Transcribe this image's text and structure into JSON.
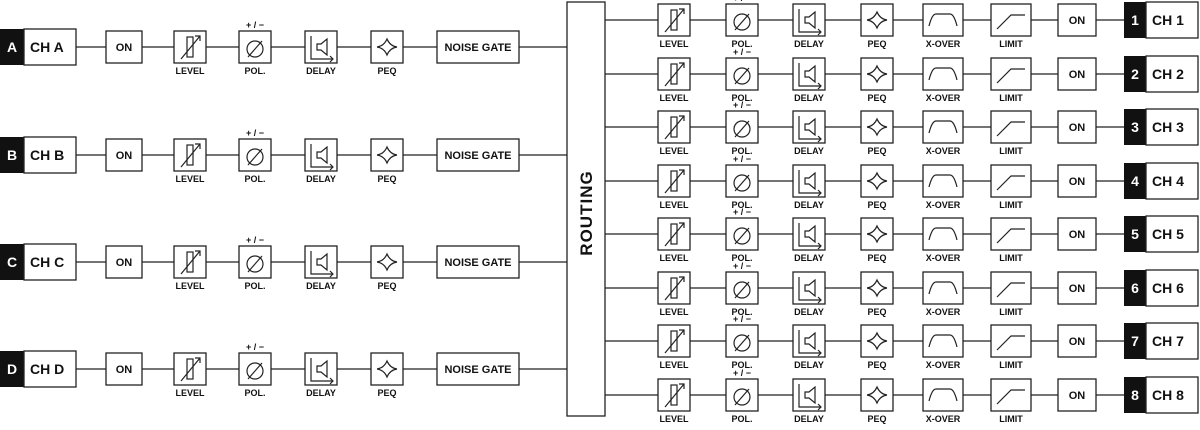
{
  "inputs": [
    {
      "letter": "A",
      "name": "CH A"
    },
    {
      "letter": "B",
      "name": "CH B"
    },
    {
      "letter": "C",
      "name": "CH C"
    },
    {
      "letter": "D",
      "name": "CH D"
    }
  ],
  "input_chain": {
    "on": "ON",
    "level": "LEVEL",
    "pol_sign": "+ / −",
    "pol": "POL.",
    "delay": "DELAY",
    "peq": "PEQ",
    "noise_gate": "NOISE GATE"
  },
  "routing": "ROUTING",
  "output_chain": {
    "level": "LEVEL",
    "pol_sign": "+ / −",
    "pol": "POL.",
    "delay": "DELAY",
    "peq": "PEQ",
    "xover": "X-OVER",
    "limit": "LIMIT",
    "on": "ON"
  },
  "outputs": [
    {
      "number": "1",
      "name": "CH 1"
    },
    {
      "number": "2",
      "name": "CH 2"
    },
    {
      "number": "3",
      "name": "CH 3"
    },
    {
      "number": "4",
      "name": "CH 4"
    },
    {
      "number": "5",
      "name": "CH 5"
    },
    {
      "number": "6",
      "name": "CH 6"
    },
    {
      "number": "7",
      "name": "CH 7"
    },
    {
      "number": "8",
      "name": "CH 8"
    }
  ],
  "colors": {
    "line": "#222222",
    "badge": "#111111",
    "background": "#ffffff"
  }
}
